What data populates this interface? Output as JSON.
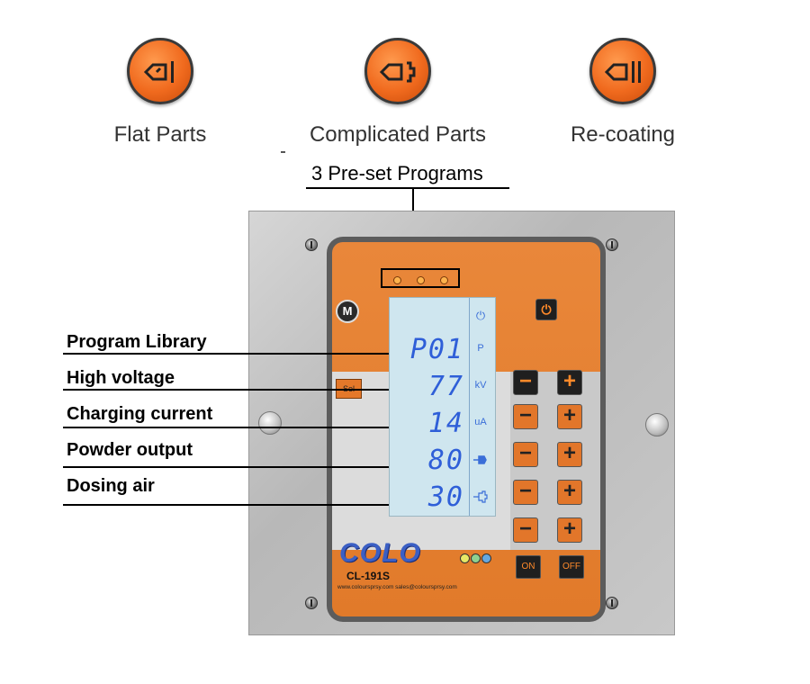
{
  "programs": [
    {
      "label": "Flat Parts",
      "icon": "flat-parts-icon"
    },
    {
      "label": "Complicated Parts",
      "icon": "complicated-parts-icon"
    },
    {
      "label": "Re-coating",
      "icon": "re-coating-icon"
    }
  ],
  "preset_title": "3 Pre-set Programs",
  "labels": [
    "Program Library",
    "High voltage",
    "Charging current",
    "Powder output",
    "Dosing air"
  ],
  "device": {
    "m_label": "M",
    "sel_label": "Sel",
    "brand": "COLO",
    "model": "CL-191S",
    "contact": "www.coloursprsy.com    sales@coloursprsy.com",
    "on_label": "ON",
    "off_label": "OFF",
    "lcd": [
      {
        "value": "P01",
        "unit": "P"
      },
      {
        "value": "77",
        "unit": "kV"
      },
      {
        "value": "14",
        "unit": "uA"
      },
      {
        "value": "80",
        "unit": "powder-icon"
      },
      {
        "value": "30",
        "unit": "air-icon"
      }
    ],
    "minus": "−",
    "plus": "+",
    "colors": {
      "panel_orange": "#e17a2a",
      "lcd_blue": "#2f5fd8",
      "lcd_bg": "#cfe6ef"
    }
  }
}
